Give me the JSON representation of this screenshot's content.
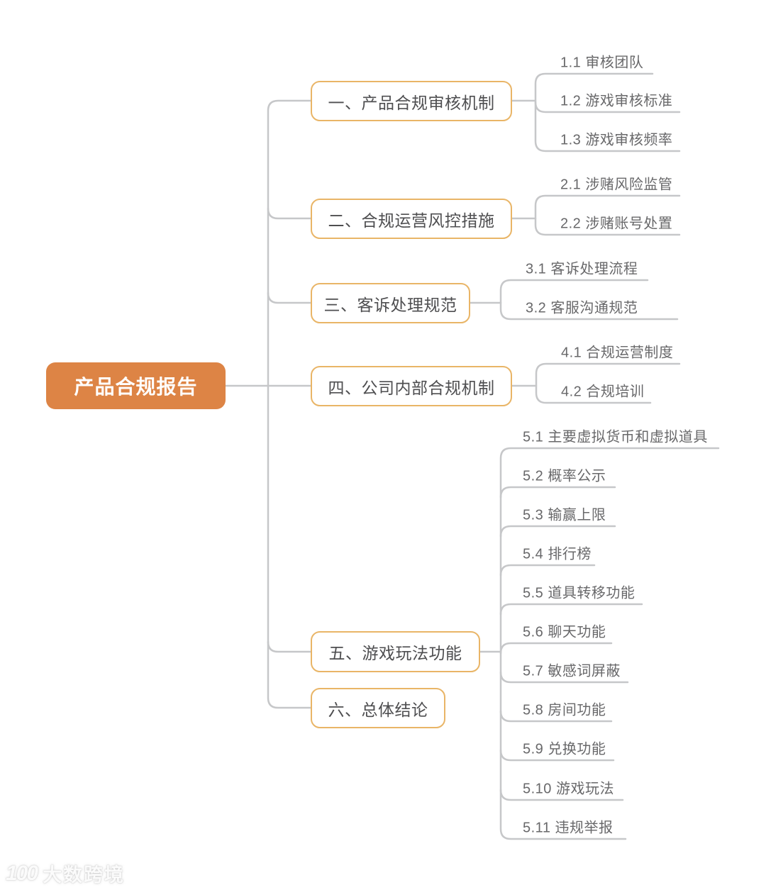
{
  "root": {
    "label": "产品合规报告"
  },
  "branches": [
    {
      "label": "一、产品合规审核机制",
      "children": [
        {
          "label": "1.1 审核团队"
        },
        {
          "label": "1.2 游戏审核标准"
        },
        {
          "label": "1.3 游戏审核频率"
        }
      ]
    },
    {
      "label": "二、合规运营风控措施",
      "children": [
        {
          "label": "2.1 涉赌风险监管"
        },
        {
          "label": "2.2 涉赌账号处置"
        }
      ]
    },
    {
      "label": "三、客诉处理规范",
      "children": [
        {
          "label": "3.1 客诉处理流程"
        },
        {
          "label": "3.2 客服沟通规范"
        }
      ]
    },
    {
      "label": "四、公司内部合规机制",
      "children": [
        {
          "label": "4.1 合规运营制度"
        },
        {
          "label": "4.2 合规培训"
        }
      ]
    },
    {
      "label": "五、游戏玩法功能",
      "children": [
        {
          "label": "5.1 主要虚拟货币和虚拟道具"
        },
        {
          "label": "5.2 概率公示"
        },
        {
          "label": "5.3 输赢上限"
        },
        {
          "label": "5.4 排行榜"
        },
        {
          "label": "5.5 道具转移功能"
        },
        {
          "label": "5.6 聊天功能"
        },
        {
          "label": "5.7 敏感词屏蔽"
        },
        {
          "label": "5.8 房间功能"
        },
        {
          "label": "5.9 兑换功能"
        },
        {
          "label": "5.10 游戏玩法"
        },
        {
          "label": "5.11 违规举报"
        }
      ]
    },
    {
      "label": "六、总体结论",
      "children": []
    }
  ],
  "watermark": {
    "logo": "100",
    "brand": "大数跨境"
  },
  "colors": {
    "root_bg": "#DD8445",
    "branch_border": "#E9B567",
    "connector": "#C6C7C9",
    "branch_text": "#4E4E50",
    "child_text": "#68686A"
  }
}
